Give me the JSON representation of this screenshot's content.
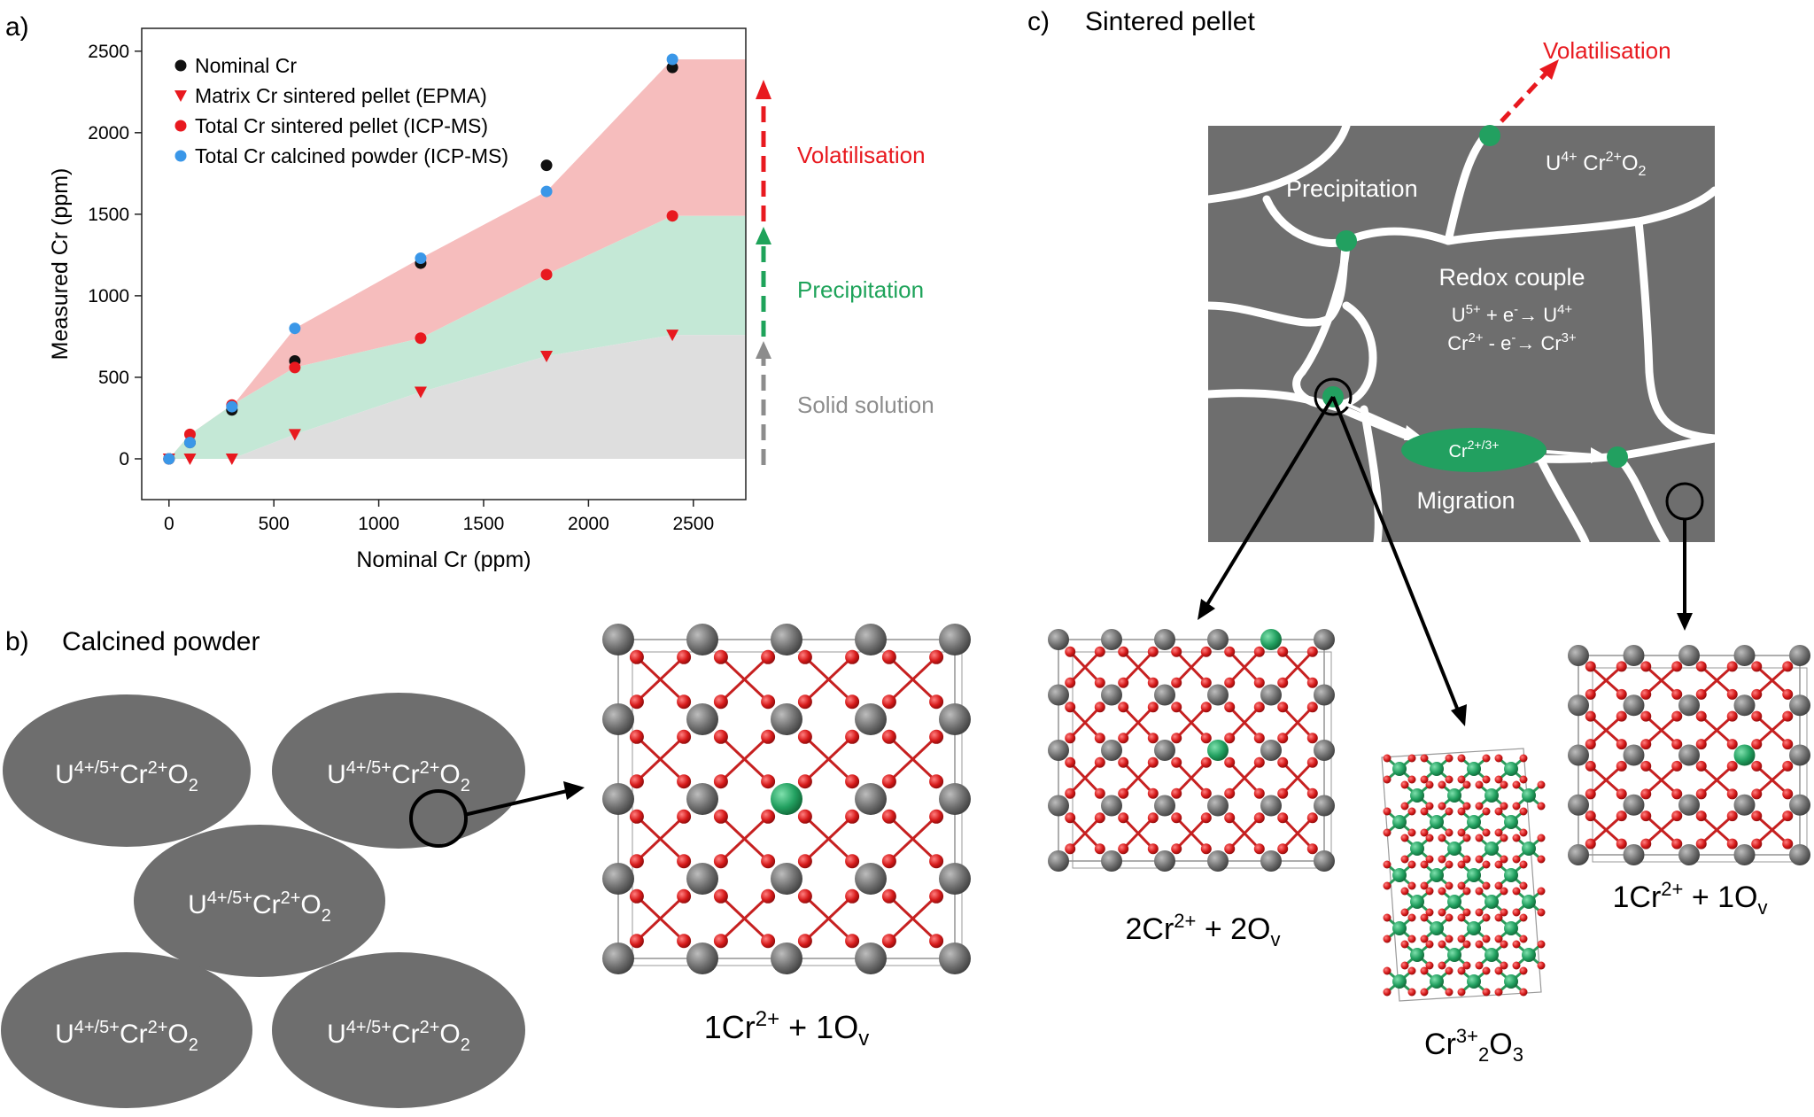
{
  "panels": {
    "a": {
      "label": "a)"
    },
    "b": {
      "label": "b)",
      "title": "Calcined powder",
      "grain_label": {
        "base": "U",
        "sup1": "4+/5+",
        "mid": "Cr",
        "sup2": "2+",
        "mid2": "O",
        "sub": "2"
      },
      "crystal_label": {
        "pre": "1Cr",
        "sup": "2+",
        "mid": " + 1O",
        "sub": "v"
      }
    },
    "c": {
      "label": "c)",
      "title": "Sintered pellet",
      "volatilisation": "Volatilisation",
      "precipitation": "Precipitation",
      "u_cr_o2": {
        "a": "U",
        "sa": "4+",
        "b": " Cr",
        "sb": "2+",
        "c": "O",
        "sc": "2"
      },
      "redox_title": "Redox couple",
      "redox_line1": {
        "a": "U",
        "sa": "5+",
        "b": " + e",
        "sb": "-",
        "c": "→ U",
        "sc": "4+"
      },
      "redox_line2": {
        "a": "Cr",
        "sa": "2+",
        "b": "  -  e",
        "sb": "-",
        "c": "→ Cr",
        "sc": "3+"
      },
      "cr_ellipse": {
        "a": "Cr",
        "sa": "2+/3+"
      },
      "migration": "Migration",
      "crystal_2cr": {
        "pre": "2Cr",
        "sup": "2+",
        "mid": " + 2O",
        "sub": "v"
      },
      "crystal_cr2o3": {
        "pre": "Cr",
        "sup": "3+",
        "mid": "2",
        "mid2": "O",
        "sub": "3"
      },
      "crystal_1cr": {
        "pre": "1Cr",
        "sup": "2+",
        "mid": " + 1O",
        "sub": "v"
      }
    }
  },
  "colors": {
    "nominal": "#111111",
    "matrix": "#e8191f",
    "total_sintered": "#e8191f",
    "calcined": "#3a97e8",
    "volatilisation": "#f6bdbd",
    "precipitation": "#c4e8d6",
    "solid": "#dedede",
    "red_arrow": "#e8191f",
    "green_arrow": "#1ea35a",
    "grey_arrow": "#8c8c8c",
    "grain": "#6e6e6e",
    "atom_u": "#707070",
    "atom_o": "#d61a1a",
    "atom_cr": "#22a060"
  },
  "chart_data": {
    "type": "scatter",
    "xlabel": "Nominal Cr (ppm)",
    "ylabel": "Measured Cr (ppm)",
    "xlim": [
      -130,
      2750
    ],
    "ylim": [
      -250,
      2640
    ],
    "xticks": [
      0,
      500,
      1000,
      1500,
      2000,
      2500
    ],
    "yticks": [
      0,
      500,
      1000,
      1500,
      2000,
      2500
    ],
    "legend_position": "top-left",
    "series": [
      {
        "name": "Nominal Cr",
        "marker": "circle",
        "color": "#111111",
        "x": [
          0,
          100,
          300,
          600,
          1200,
          1800,
          2400
        ],
        "y": [
          0,
          100,
          300,
          600,
          1200,
          1800,
          2400
        ]
      },
      {
        "name": "Matrix Cr sintered pellet (EPMA)",
        "marker": "triangle",
        "color": "#e8191f",
        "x": [
          0,
          100,
          300,
          600,
          1200,
          1800,
          2400
        ],
        "y": [
          0,
          0,
          0,
          150,
          410,
          630,
          760
        ]
      },
      {
        "name": "Total Cr sintered pellet (ICP-MS)",
        "marker": "circle",
        "color": "#e8191f",
        "x": [
          0,
          100,
          300,
          600,
          1200,
          1800,
          2400
        ],
        "y": [
          0,
          150,
          330,
          560,
          740,
          1130,
          1490
        ]
      },
      {
        "name": "Total Cr calcined powder (ICP-MS)",
        "marker": "circle",
        "color": "#3a97e8",
        "x": [
          0,
          100,
          300,
          600,
          1200,
          1800,
          2400
        ],
        "y": [
          0,
          100,
          320,
          800,
          1230,
          1640,
          2450
        ]
      }
    ],
    "regions": [
      {
        "name": "Volatilisation",
        "color": "#f6bdbd",
        "upper": [
          [
            0,
            0
          ],
          [
            100,
            100
          ],
          [
            300,
            320
          ],
          [
            600,
            800
          ],
          [
            1200,
            1230
          ],
          [
            1800,
            1640
          ],
          [
            2400,
            2450
          ],
          [
            2750,
            2450
          ]
        ],
        "lower": [
          [
            0,
            0
          ],
          [
            100,
            150
          ],
          [
            300,
            330
          ],
          [
            600,
            560
          ],
          [
            1200,
            740
          ],
          [
            1800,
            1130
          ],
          [
            2400,
            1490
          ],
          [
            2750,
            1490
          ]
        ]
      },
      {
        "name": "Precipitation",
        "color": "#c4e8d6",
        "upper": [
          [
            0,
            0
          ],
          [
            100,
            150
          ],
          [
            300,
            330
          ],
          [
            600,
            560
          ],
          [
            1200,
            740
          ],
          [
            1800,
            1130
          ],
          [
            2400,
            1490
          ],
          [
            2750,
            1490
          ]
        ],
        "lower": [
          [
            0,
            0
          ],
          [
            100,
            0
          ],
          [
            300,
            0
          ],
          [
            600,
            150
          ],
          [
            1200,
            410
          ],
          [
            1800,
            630
          ],
          [
            2400,
            760
          ],
          [
            2750,
            760
          ]
        ]
      },
      {
        "name": "Solid solution",
        "color": "#dedede",
        "upper": [
          [
            0,
            0
          ],
          [
            100,
            0
          ],
          [
            300,
            0
          ],
          [
            600,
            150
          ],
          [
            1200,
            410
          ],
          [
            1800,
            630
          ],
          [
            2400,
            760
          ],
          [
            2750,
            760
          ]
        ],
        "lower": [
          [
            0,
            0
          ],
          [
            2750,
            0
          ]
        ]
      }
    ],
    "annotations": [
      {
        "text": "Volatilisation",
        "color": "#e8191f"
      },
      {
        "text": "Precipitation",
        "color": "#1ea35a"
      },
      {
        "text": "Solid solution",
        "color": "#8c8c8c"
      }
    ]
  }
}
